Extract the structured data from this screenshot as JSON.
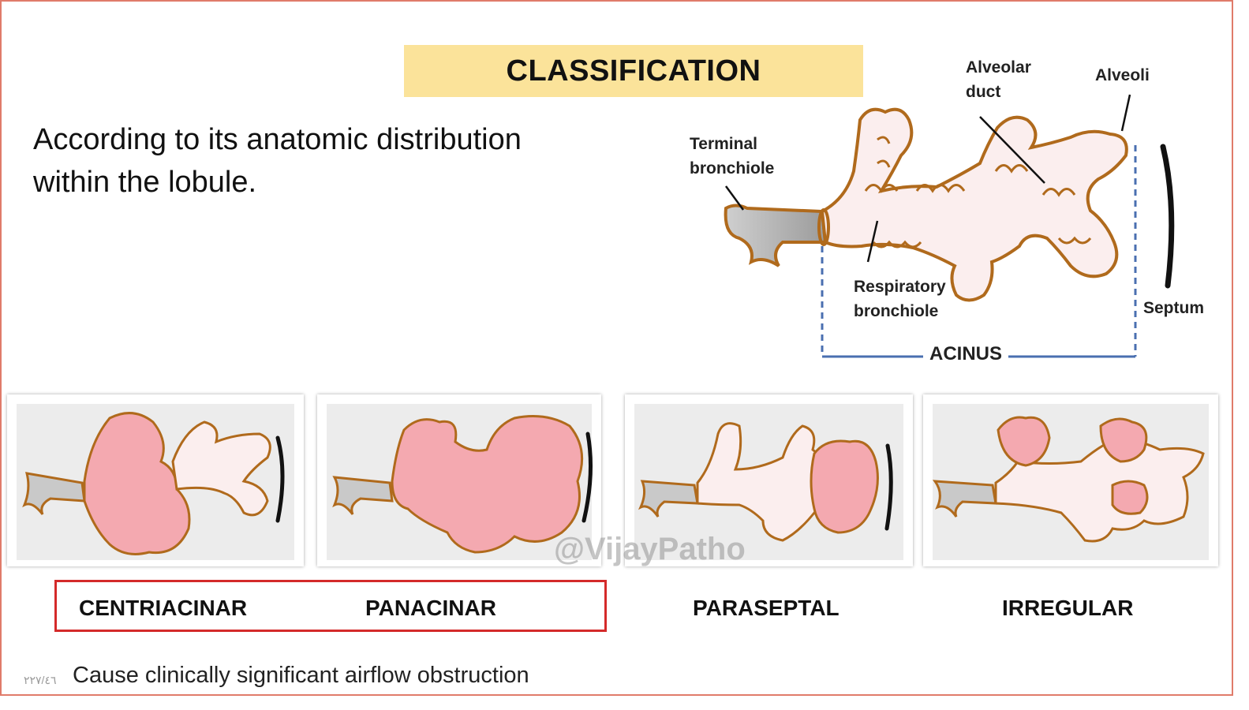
{
  "title": "CLASSIFICATION",
  "subtitle": [
    "According to its anatomic distribution",
    "within the lobule."
  ],
  "diagram_labels": {
    "terminal_bronchiole": [
      "Terminal",
      "bronchiole"
    ],
    "alveolar_duct": [
      "Alveolar",
      "duct"
    ],
    "alveoli": "Alveoli",
    "respiratory_bronchiole": [
      "Respiratory",
      "bronchiole"
    ],
    "septum": "Septum",
    "acinus": "ACINUS"
  },
  "types": [
    "CENTRIACINAR",
    "PANACINAR",
    "PARASEPTAL",
    "IRREGULAR"
  ],
  "watermark": "@VijayPatho",
  "footer": "Cause clinically significant airflow obstruction",
  "page_number": "٢٢٧/٤٦",
  "colors": {
    "title_bg": "#fbe39a",
    "outline": "#b06a1c",
    "tissue": "#fbeeee",
    "affected": "#f4a9b0",
    "acinus_line": "#4a6fb0",
    "highlight_box": "#d42a2a",
    "slide_border": "#e07b6a"
  }
}
